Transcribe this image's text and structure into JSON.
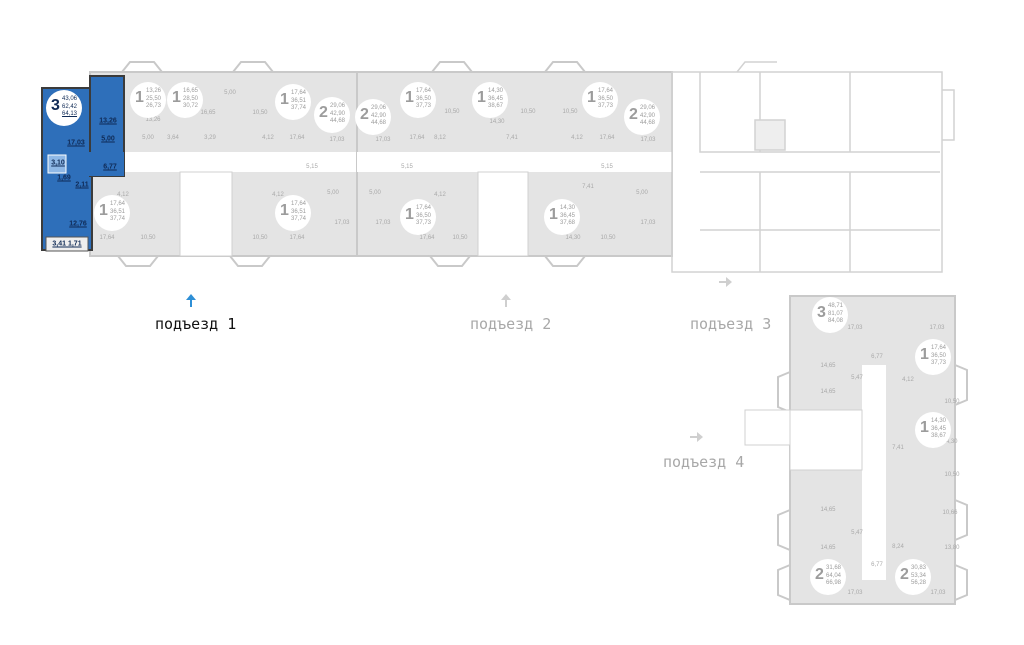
{
  "colors": {
    "selected": "#2e6fba",
    "inactive": "#e4e4e4",
    "wall": "#c9c9c9",
    "arrow_active": "#2e8fd6",
    "arrow_inactive": "#cfcfcf"
  },
  "entrances": [
    {
      "label": "подъезд 1",
      "active": true
    },
    {
      "label": "подъезд 2",
      "active": false
    },
    {
      "label": "подъезд 3",
      "active": false
    },
    {
      "label": "подъезд 4",
      "active": false
    }
  ],
  "apartments": [
    {
      "rooms": "3",
      "living": "43,06",
      "total": "62,42",
      "total_with_balcony": "64,13",
      "selected": true
    },
    {
      "rooms": "1",
      "living": "13,26",
      "total": "25,50",
      "total_with_balcony": "26,73"
    },
    {
      "rooms": "1",
      "living": "16,65",
      "total": "28,50",
      "total_with_balcony": "30,72"
    },
    {
      "rooms": "1",
      "living": "17,64",
      "total": "36,51",
      "total_with_balcony": "37,74"
    },
    {
      "rooms": "2",
      "living": "29,06",
      "total": "42,90",
      "total_with_balcony": "44,68"
    },
    {
      "rooms": "1",
      "living": "17,64",
      "total": "36,51",
      "total_with_balcony": "37,74"
    },
    {
      "rooms": "1",
      "living": "17,64",
      "total": "36,51",
      "total_with_balcony": "37,74"
    },
    {
      "rooms": "2",
      "living": "29,06",
      "total": "42,90",
      "total_with_balcony": "44,68"
    },
    {
      "rooms": "1",
      "living": "17,64",
      "total": "36,50",
      "total_with_balcony": "37,73"
    },
    {
      "rooms": "1",
      "living": "14,30",
      "total": "36,45",
      "total_with_balcony": "38,67"
    },
    {
      "rooms": "1",
      "living": "17,64",
      "total": "36,50",
      "total_with_balcony": "37,73"
    },
    {
      "rooms": "2",
      "living": "29,06",
      "total": "42,90",
      "total_with_balcony": "44,68"
    },
    {
      "rooms": "1",
      "living": "17,64",
      "total": "36,50",
      "total_with_balcony": "37,73"
    },
    {
      "rooms": "1",
      "living": "14,30",
      "total": "36,45",
      "total_with_balcony": "37,68"
    },
    {
      "rooms": "3",
      "living": "48,71",
      "total": "81,07",
      "total_with_balcony": "84,08"
    },
    {
      "rooms": "1",
      "living": "17,64",
      "total": "36,50",
      "total_with_balcony": "37,73"
    },
    {
      "rooms": "1",
      "living": "14,30",
      "total": "36,45",
      "total_with_balcony": "38,67"
    },
    {
      "rooms": "2",
      "living": "31,68",
      "total": "64,04",
      "total_with_balcony": "66,98"
    },
    {
      "rooms": "2",
      "living": "30,83",
      "total": "53,34",
      "total_with_balcony": "56,28"
    }
  ],
  "selected_rooms": [
    "13,26",
    "5,00",
    "17,03",
    "6,77",
    "2,11",
    "12,76",
    "3,10",
    "1,69",
    "3,41 1,71"
  ],
  "room_areas": [
    "13,26",
    "5,00",
    "3,64",
    "16,65",
    "3,29",
    "5,00",
    "10,50",
    "4,12",
    "17,64",
    "17,03",
    "5,15",
    "4,12",
    "5,00",
    "17,03",
    "17,64",
    "10,50",
    "10,50",
    "17,64",
    "4,12",
    "10,50",
    "17,64",
    "8,12",
    "14,30",
    "7,41",
    "10,50",
    "10,50",
    "4,12",
    "17,64",
    "17,03",
    "17,03",
    "5,15",
    "5,15",
    "5,00",
    "17,03",
    "4,12",
    "17,64",
    "10,50",
    "7,41",
    "5,00",
    "17,03",
    "14,30",
    "10,50",
    "17,03",
    "17,03",
    "6,77",
    "14,65",
    "5,47",
    "14,65",
    "4,12",
    "10,50",
    "14,30",
    "7,41",
    "10,50",
    "14,65",
    "10,66",
    "5,47",
    "14,65",
    "8,24",
    "13,80",
    "6,77",
    "17,03",
    "17,03"
  ]
}
